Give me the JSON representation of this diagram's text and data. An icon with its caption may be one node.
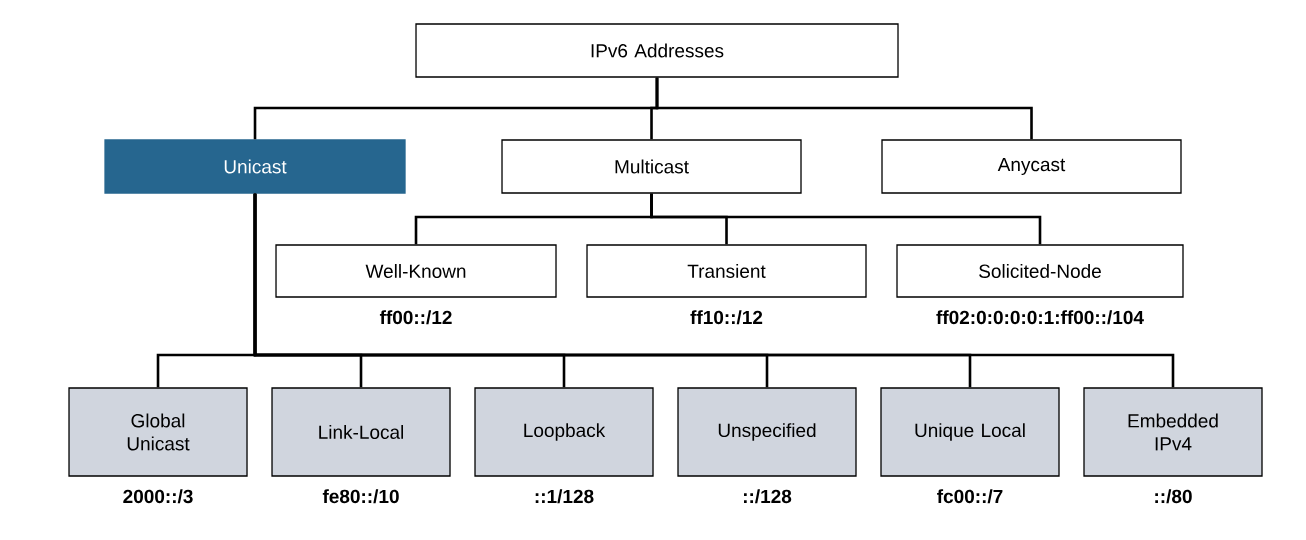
{
  "diagram": {
    "nodes": [
      {
        "text": [
          "IPv6 Addresses"
        ]
      },
      {
        "text": [
          "Unicast"
        ]
      },
      {
        "text": [
          "Multicast"
        ]
      },
      {
        "text": [
          "Anycast"
        ]
      },
      {
        "text": [
          "Well-Known"
        ],
        "beside": [
          "ff00::/12"
        ]
      },
      {
        "text": [
          "Transient"
        ],
        "beside": [
          "ff10::/12"
        ]
      },
      {
        "text": [
          "Solicited-Node"
        ],
        "beside": [
          "ff02:0:0:0:0:1:ff00::/104"
        ]
      },
      {
        "text": [
          "Global Unicast"
        ],
        "beside": [
          "2000::/3"
        ]
      },
      {
        "text": [
          "Link-Local"
        ],
        "beside": [
          "fe80::/10"
        ]
      },
      {
        "text": [
          "Loopback"
        ],
        "beside": [
          "::1/128"
        ]
      },
      {
        "text": [
          "Unspecified"
        ],
        "beside": [
          "::/128"
        ]
      },
      {
        "text": [
          "Unique Local"
        ],
        "beside": [
          "fc00::/7"
        ]
      },
      {
        "text": [
          "Embedded IPv4"
        ],
        "beside": [
          "::/80"
        ]
      }
    ],
    "edges": [
      {
        "from": 0,
        "to": 1,
        "arrow": "none"
      },
      {
        "from": 0,
        "to": 2,
        "arrow": "none"
      },
      {
        "from": 0,
        "to": 3,
        "arrow": "none"
      },
      {
        "from": 2,
        "to": 4,
        "arrow": "none"
      },
      {
        "from": 2,
        "to": 5,
        "arrow": "none"
      },
      {
        "from": 2,
        "to": 6,
        "arrow": "none"
      },
      {
        "from": 1,
        "to": 7,
        "arrow": "none"
      },
      {
        "from": 1,
        "to": 8,
        "arrow": "none"
      },
      {
        "from": 1,
        "to": 9,
        "arrow": "none"
      },
      {
        "from": 1,
        "to": 10,
        "arrow": "none"
      },
      {
        "from": 1,
        "to": 11,
        "arrow": "none"
      },
      {
        "from": 1,
        "to": 12,
        "arrow": "none"
      }
    ]
  }
}
